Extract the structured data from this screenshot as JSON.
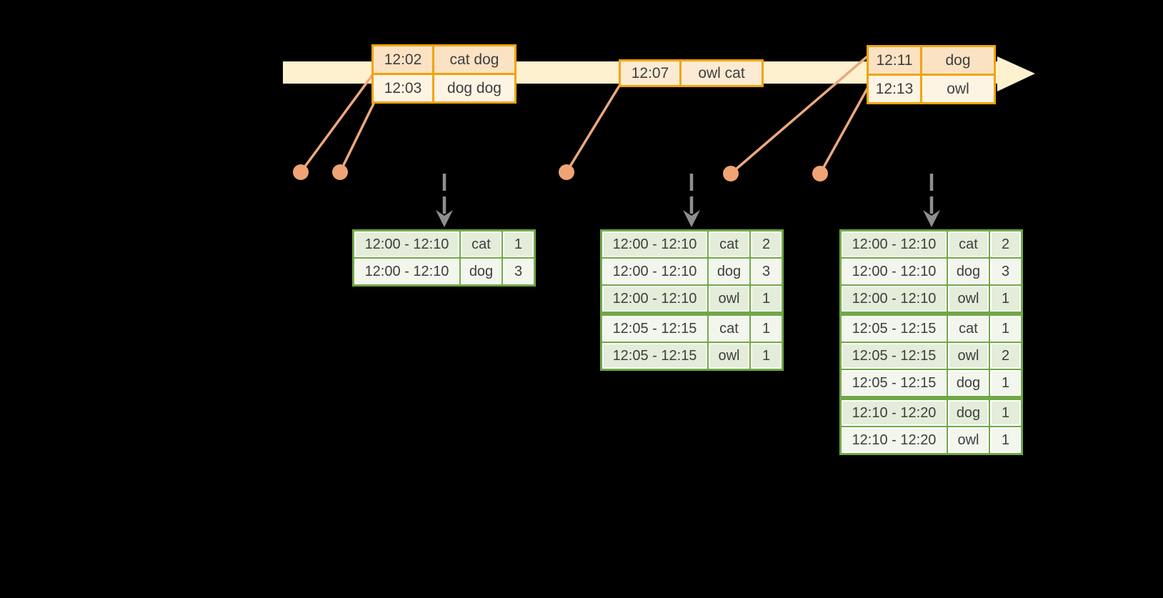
{
  "colors": {
    "background": "#000000",
    "timeline_fill": "#fdf1cf",
    "event_table_border": "#f0a40e",
    "event_row_peach": "#fbe2c3",
    "event_row_cream": "#fdf4e3",
    "event_row_blush": "#fcebd2",
    "connector_salmon": "#eda87c",
    "dot_salmon": "#f0a475",
    "trigger_arrow_gray": "#8f8f8f",
    "result_table_border": "#70a845",
    "result_row_dark": "#e3edd9",
    "result_row_light": "#f2f6ed",
    "text": "#3e3e3e"
  },
  "event_tables": [
    {
      "rows": [
        {
          "time": "12:02",
          "words": "cat dog"
        },
        {
          "time": "12:03",
          "words": "dog dog"
        }
      ]
    },
    {
      "rows": [
        {
          "time": "12:07",
          "words": "owl cat"
        }
      ]
    },
    {
      "rows": [
        {
          "time": "12:11",
          "words": "dog"
        },
        {
          "time": "12:13",
          "words": "owl"
        }
      ]
    }
  ],
  "result_tables": [
    {
      "rows": [
        {
          "window": "12:00 - 12:10",
          "word": "cat",
          "count": "1"
        },
        {
          "window": "12:00 - 12:10",
          "word": "dog",
          "count": "3"
        }
      ]
    },
    {
      "rows": [
        {
          "window": "12:00 - 12:10",
          "word": "cat",
          "count": "2"
        },
        {
          "window": "12:00 - 12:10",
          "word": "dog",
          "count": "3"
        },
        {
          "window": "12:00 - 12:10",
          "word": "owl",
          "count": "1"
        },
        {
          "window": "12:05 - 12:15",
          "word": "cat",
          "count": "1"
        },
        {
          "window": "12:05 - 12:15",
          "word": "owl",
          "count": "1"
        }
      ]
    },
    {
      "rows": [
        {
          "window": "12:00 - 12:10",
          "word": "cat",
          "count": "2"
        },
        {
          "window": "12:00 - 12:10",
          "word": "dog",
          "count": "3"
        },
        {
          "window": "12:00 - 12:10",
          "word": "owl",
          "count": "1"
        },
        {
          "window": "12:05 - 12:15",
          "word": "cat",
          "count": "1"
        },
        {
          "window": "12:05 - 12:15",
          "word": "owl",
          "count": "2"
        },
        {
          "window": "12:05 - 12:15",
          "word": "dog",
          "count": "1"
        },
        {
          "window": "12:10 - 12:20",
          "word": "dog",
          "count": "1"
        },
        {
          "window": "12:10 - 12:20",
          "word": "owl",
          "count": "1"
        }
      ]
    }
  ]
}
